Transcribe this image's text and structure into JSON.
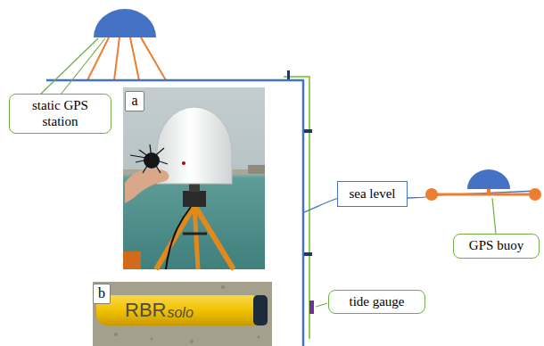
{
  "diagram": {
    "nodes": [
      {
        "text": [
          "static GPS station"
        ]
      },
      {
        "text": [
          "a"
        ]
      },
      {
        "text": [
          "sea level"
        ]
      },
      {
        "text": [
          "GPS buoy"
        ]
      },
      {
        "text": [
          "b"
        ]
      },
      {
        "text": [
          "tide gauge"
        ]
      }
    ],
    "labels": [
      "RBR",
      "solo"
    ]
  }
}
